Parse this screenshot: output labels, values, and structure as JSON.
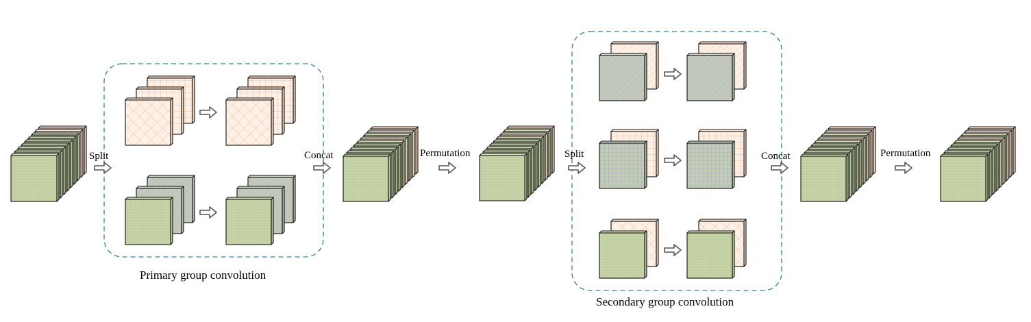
{
  "labels": {
    "split_1": "Split",
    "concat_1": "Concat",
    "permutation_1": "Permutation",
    "split_2": "Split",
    "concat_2": "Concat",
    "permutation_2": "Permutation"
  },
  "captions": {
    "primary": "Primary group convolution",
    "secondary": "Secondary group convolution"
  },
  "colors": {
    "green_face": "#c5d3a7",
    "green_side": "#b8c99c",
    "green_top": "#d4e0ba",
    "gray_face": "#c4c9bd",
    "orange_face": "#fdf0e6",
    "orange_line": "#f2b48c",
    "stroke": "#111111",
    "dashed_box": "#2e7fa6",
    "arrow_fill": "#ffffff",
    "arrow_stroke": "#555555"
  }
}
